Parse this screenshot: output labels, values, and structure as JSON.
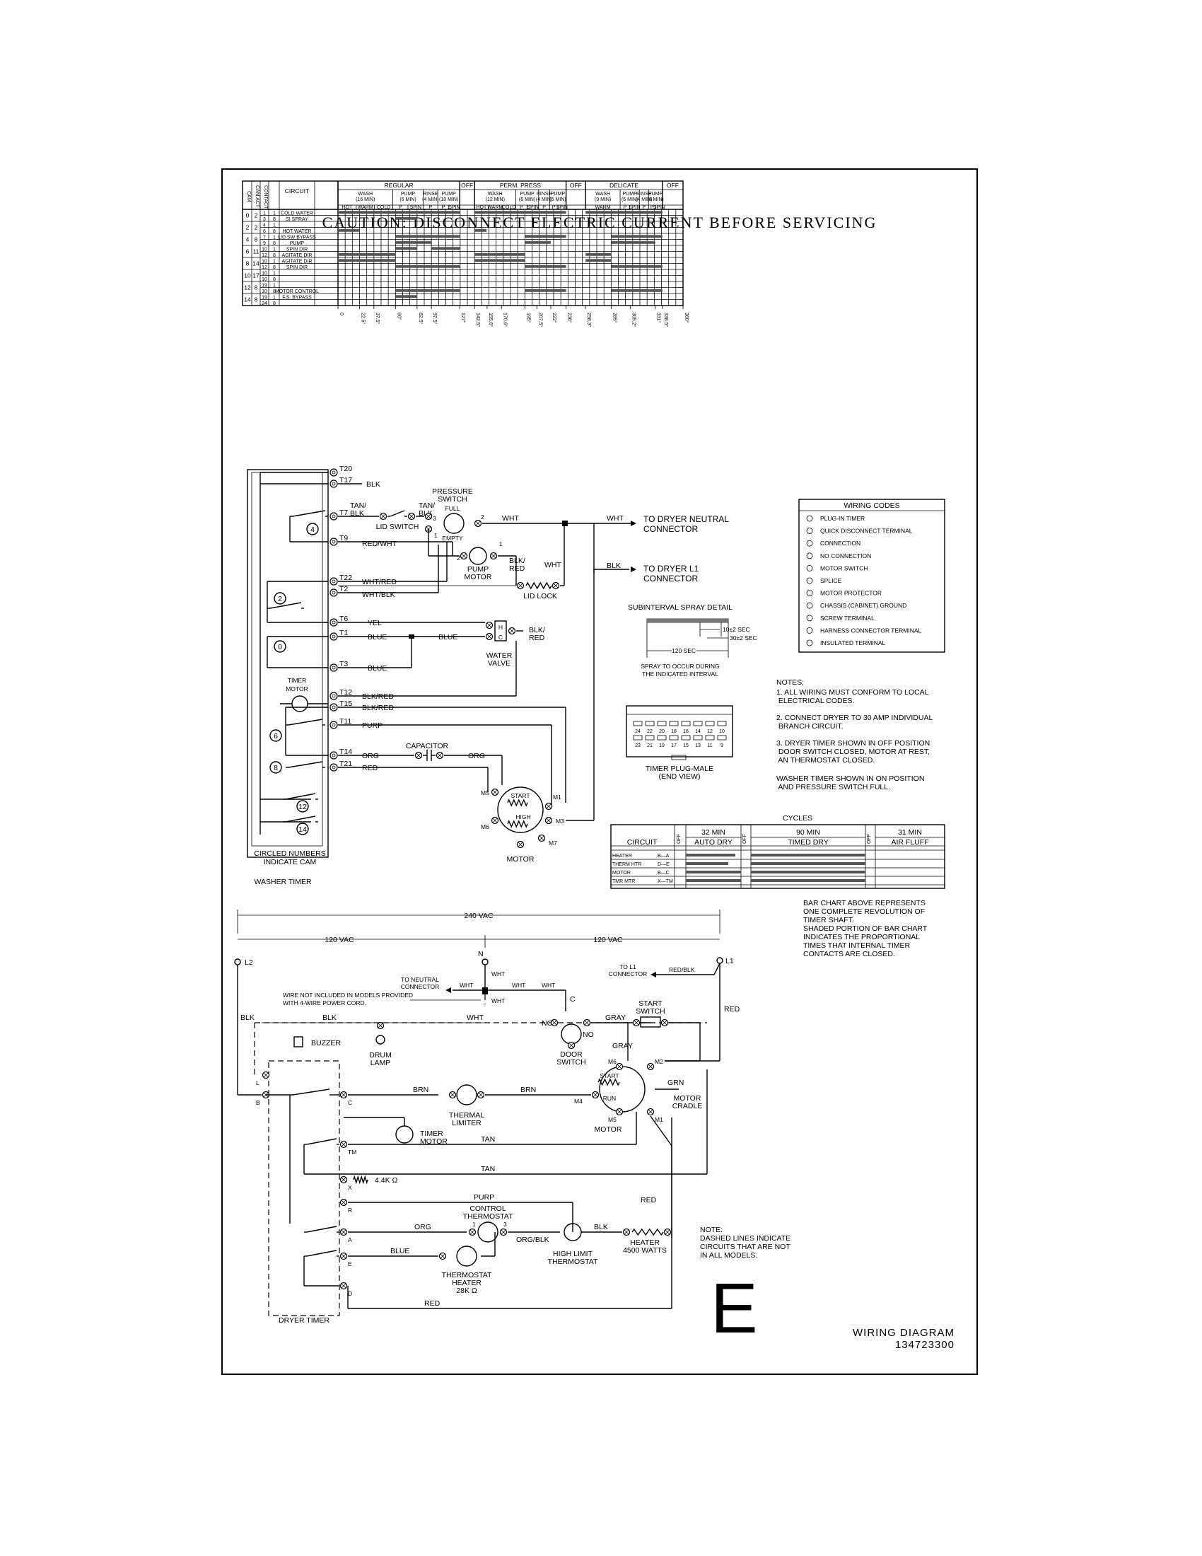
{
  "caution": "CAUTION: DISCONNECT ELECTRIC CURRENT BEFORE SERVICING",
  "timer_chart": {
    "col_headers": [
      "CAM",
      "CAM ACT",
      "CONTACT",
      "CIRCUIT"
    ],
    "cycles": [
      {
        "label": "REGULAR",
        "sub": [
          {
            "label": "WASH",
            "detail": "(16 MIN)",
            "parts": [
              "HOT",
              "WARM",
              "COLD"
            ]
          },
          {
            "label": "PUMP",
            "detail": "(6 MIN)",
            "parts": [
              "P",
              "SPIN"
            ]
          },
          {
            "label": "RINSE",
            "detail": "(4 MIN)",
            "parts": [
              "P"
            ]
          },
          {
            "label": "PUMP",
            "detail": "(10 MIN)",
            "parts": [
              "P",
              "SPIN"
            ]
          }
        ]
      },
      {
        "label": "OFF"
      },
      {
        "label": "PERM. PRESS",
        "sub": [
          {
            "label": "WASH",
            "detail": "(12 MIN)",
            "parts": [
              "HOT",
              "WARM",
              "COLD"
            ]
          },
          {
            "label": "PUMP",
            "detail": "(6 MIN)",
            "parts": [
              "P",
              "SPIN"
            ]
          },
          {
            "label": "RINSE",
            "detail": "(4 MIN)",
            "parts": [
              "P"
            ]
          },
          {
            "label": "PUMP",
            "detail": "(6 MIN)",
            "parts": [
              "P",
              "SPIN"
            ]
          }
        ]
      },
      {
        "label": "OFF"
      },
      {
        "label": "DELICATE",
        "sub": [
          {
            "label": "WASH",
            "detail": "(9 MIN)",
            "parts": [
              "WARM"
            ]
          },
          {
            "label": "PUMP",
            "detail": "(6 MIN)",
            "parts": [
              "P",
              "SPIN"
            ]
          },
          {
            "label": "RINSE",
            "detail": "(4 MIN)",
            "parts": [
              "P"
            ]
          },
          {
            "label": "PUMP",
            "detail": "(6 MIN)",
            "parts": [
              "P",
              "SPIN"
            ]
          }
        ]
      },
      {
        "label": "OFF"
      }
    ],
    "rows": [
      {
        "cam": "0",
        "act": "2",
        "contact": "1",
        "pos": "1",
        "circuit": "COLD WATER"
      },
      {
        "cam": "",
        "act": "",
        "contact": "3",
        "pos": "8",
        "circuit": "SI SPRAY"
      },
      {
        "cam": "2",
        "act": "2",
        "contact": "4",
        "pos": "1",
        "circuit": ""
      },
      {
        "cam": "",
        "act": "",
        "contact": "6",
        "pos": "8",
        "circuit": "HOT WATER"
      },
      {
        "cam": "4",
        "act": "8",
        "contact": "7",
        "pos": "1",
        "circuit": "LID SW BYPASS"
      },
      {
        "cam": "",
        "act": "",
        "contact": "9",
        "pos": "8",
        "circuit": "PUMP"
      },
      {
        "cam": "6",
        "act": "11",
        "contact": "10",
        "pos": "1",
        "circuit": "SPIN DIR"
      },
      {
        "cam": "",
        "act": "",
        "contact": "12",
        "pos": "8",
        "circuit": "AGITATE DIR"
      },
      {
        "cam": "8",
        "act": "14",
        "contact": "10",
        "pos": "1",
        "circuit": "AGITATE DIR"
      },
      {
        "cam": "",
        "act": "",
        "contact": "12",
        "pos": "8",
        "circuit": "SPIN DIR"
      },
      {
        "cam": "10",
        "act": "17",
        "contact": "10",
        "pos": "1",
        "circuit": ""
      },
      {
        "cam": "",
        "act": "",
        "contact": "10",
        "pos": "8",
        "circuit": ""
      },
      {
        "cam": "12",
        "act": "8",
        "contact": "19",
        "pos": "1",
        "circuit": ""
      },
      {
        "cam": "",
        "act": "",
        "contact": "10",
        "pos": "8",
        "circuit": "MOTOR CONTROL"
      },
      {
        "cam": "14",
        "act": "8",
        "contact": "19",
        "pos": "1",
        "circuit": "F.S. BYPASS"
      },
      {
        "cam": "",
        "act": "",
        "contact": "24",
        "pos": "8",
        "circuit": ""
      }
    ],
    "degree_ticks": [
      "0",
      "22.5°",
      "37.5°",
      "60°",
      "82.5°",
      "97.5°",
      "127°",
      "142.5°",
      "155.6°",
      "170.6°",
      "195°",
      "207.5°",
      "222°",
      "238°",
      "258.3°",
      "285°",
      "305.2°",
      "331°",
      "338.5°",
      "360°"
    ]
  },
  "washer": {
    "terminals": [
      "T20",
      "T17",
      "T7",
      "T9",
      "T22",
      "T2",
      "T6",
      "T1",
      "T3",
      "T12",
      "T15",
      "T11",
      "T14",
      "T21"
    ],
    "wires": {
      "blk": "BLK",
      "tan_blk": "TAN/\nBLK",
      "tan_blk2": "TAN/\nBLK",
      "red_wht": "RED/WHT",
      "wht_red": "WHT/RED",
      "wht_blk": "WHT/BLK",
      "yel": "YEL",
      "blue": "BLUE",
      "blue2": "BLUE",
      "blue3": "BLUE",
      "blk_red": "BLK/RED",
      "blk_red2": "BLK/RED",
      "purp": "PURP",
      "org": "ORG",
      "org2": "ORG",
      "red": "RED",
      "wht": "WHT",
      "wht2": "WHT",
      "wht3": "WHT",
      "blk2": "BLK",
      "blk_red3": "BLK/\nRED",
      "blk_red4": "BLK/\nRED"
    },
    "components": {
      "pressure_switch": "PRESSURE\nSWITCH",
      "full": "FULL",
      "empty": "EMPTY",
      "lid_switch": "LID SWITCH",
      "pump_motor": "PUMP\nMOTOR",
      "lid_lock": "LID LOCK",
      "water_valve": "WATER\nVALVE",
      "h": "H",
      "c": "C",
      "timer_motor": "TIMER\nMOTOR",
      "capacitor": "CAPACITOR",
      "start": "START",
      "high": "HIGH",
      "motor": "MOTOR",
      "m1": "M1",
      "m3": "M3",
      "m5": "M5",
      "m6": "M6",
      "m7": "M7",
      "circled_note": "CIRCLED NUMBERS\nINDICATE CAM",
      "washer_timer": "WASHER TIMER",
      "to_dryer_neutral": "TO DRYER NEUTRAL\nCONNECTOR",
      "to_dryer_l1": "TO DRYER L1\nCONNECTOR"
    },
    "cams": [
      "4",
      "2",
      "0",
      "6",
      "8",
      "12",
      "14"
    ],
    "pins": [
      "3",
      "2",
      "1",
      "2",
      "1"
    ]
  },
  "wiring_codes": {
    "title": "WIRING CODES",
    "items": [
      "PLUG-IN TIMER",
      "QUICK DISCONNECT TERMINAL",
      "CONNECTION",
      "NO CONNECTION",
      "MOTOR SWITCH",
      "SPLICE",
      "MOTOR PROTECTOR",
      "CHASSIS (CABINET) GROUND",
      "SCREW TERMINAL",
      "HARNESS CONNECTOR TERMINAL",
      "INSULATED TERMINAL"
    ]
  },
  "spray_detail": {
    "title": "SUBINTERVAL SPRAY DETAIL",
    "t1": "10±2 SEC",
    "t2": "30±2 SEC",
    "t3": "120 SEC",
    "caption": "SPRAY TO OCCUR DURING\nTHE INDICATED INTERVAL"
  },
  "timer_plug": {
    "caption": "TIMER PLUG-MALE\n(END VIEW)",
    "pins_top": [
      "24",
      "22",
      "20",
      "18",
      "16",
      "14",
      "12",
      "10"
    ],
    "pins_bottom": [
      "23",
      "21",
      "19",
      "17",
      "15",
      "13",
      "11",
      "9"
    ]
  },
  "notes": {
    "heading": "NOTES;",
    "n1": "1. ALL WIRING MUST CONFORM TO LOCAL\n    ELECTRICAL CODES.",
    "n2": "2. CONNECT DRYER TO 30 AMP INDIVIDUAL\n    BRANCH CIRCUIT.",
    "n3": "3. DRYER TIMER SHOWN IN OFF POSITION\n    DOOR SWITCH CLOSED, MOTOR AT REST,\n    AN THERMOSTAT CLOSED.",
    "n4": "    WASHER TIMER SHOWN IN ON POSITION\n    AND PRESSURE SWITCH FULL."
  },
  "cycles_table": {
    "title": "CYCLES",
    "circuit": "CIRCUIT",
    "off": "OFF",
    "columns": [
      {
        "min": "32 MIN",
        "name": "AUTO DRY"
      },
      {
        "min": "90 MIN",
        "name": "TIMED DRY"
      },
      {
        "min": "31 MIN",
        "name": "AIR FLUFF"
      }
    ],
    "rows": [
      {
        "name": "HEATER",
        "pins": "B—A"
      },
      {
        "name": "THERM HTR",
        "pins": "D—E"
      },
      {
        "name": "MOTOR",
        "pins": "B—C"
      },
      {
        "name": "TMR MTR",
        "pins": "X—TM"
      }
    ]
  },
  "bar_note": "BAR CHART ABOVE REPRESENTS\nONE COMPLETE REVOLUTION OF\nTIMER SHAFT.\n\nSHADED PORTION OF BAR CHART\nINDICATES THE PROPORTIONAL\nTIMES THAT INTERNAL TIMER\nCONTACTS ARE CLOSED.",
  "dryer": {
    "v240": "240 VAC",
    "v120a": "120 VAC",
    "v120b": "120 VAC",
    "l2": "L2",
    "n": "N",
    "l1": "L1",
    "to_neutral": "TO NEUTRAL\nCONNECTOR",
    "to_l1": "TO L1\nCONNECTOR",
    "wire_note": "WIRE NOT INCLUDED IN MODELS PROVIDED\nWITH 4-WIRE POWER CORD.",
    "buzzer": "BUZZER",
    "drum_lamp": "DRUM\nLAMP",
    "door_switch": "DOOR\nSWITCH",
    "start_switch": "START\nSWITCH",
    "thermal_limiter": "THERMAL\nLIMITER",
    "timer_motor": "TIMER\nMOTOR",
    "motor": "MOTOR",
    "motor_cradle": "MOTOR\nCRADLE",
    "control_thermostat": "CONTROL\nTHERMOSTAT",
    "high_limit": "HIGH LIMIT\nTHERMOSTAT",
    "heater": "HEATER\n4500 WATTS",
    "thermostat_heater": "THERMOSTAT\nHEATER\n28K Ω",
    "resistor": "4.4K Ω",
    "dryer_timer": "DRYER TIMER",
    "dashed_note": "NOTE:\nDASHED LINES INDICATE\nCIRCUITS THAT ARE NOT\nIN ALL MODELS.",
    "wires": {
      "blk": "BLK",
      "blk2": "BLK",
      "wht": "WHT",
      "wht2": "WHT",
      "wht3": "WHT",
      "wht4": "WHT",
      "wht5": "WHT",
      "wht6": "WHT",
      "red_blk": "RED/BLK",
      "red": "RED",
      "gray": "GRAY",
      "gray2": "GRAY",
      "brn": "BRN",
      "brn2": "BRN",
      "grn": "GRN",
      "tan": "TAN",
      "tan2": "TAN",
      "purp": "PURP",
      "org": "ORG",
      "org_blk": "ORG/BLK",
      "blk3": "BLK",
      "blue": "BLUE",
      "red2": "RED",
      "red3": "RED"
    },
    "timer_pins": [
      "L",
      "B",
      "C",
      "TM",
      "X",
      "R",
      "A",
      "E",
      "D"
    ],
    "motor_pins": [
      "M6",
      "M2",
      "M4",
      "M5",
      "M1",
      "START",
      "RUN"
    ],
    "door_pins": [
      "NC",
      "C",
      "NO"
    ],
    "therm_pins": [
      "1",
      "3"
    ]
  },
  "diagram_letter": "E",
  "diagram_title": "WIRING DIAGRAM",
  "diagram_number": "134723300"
}
